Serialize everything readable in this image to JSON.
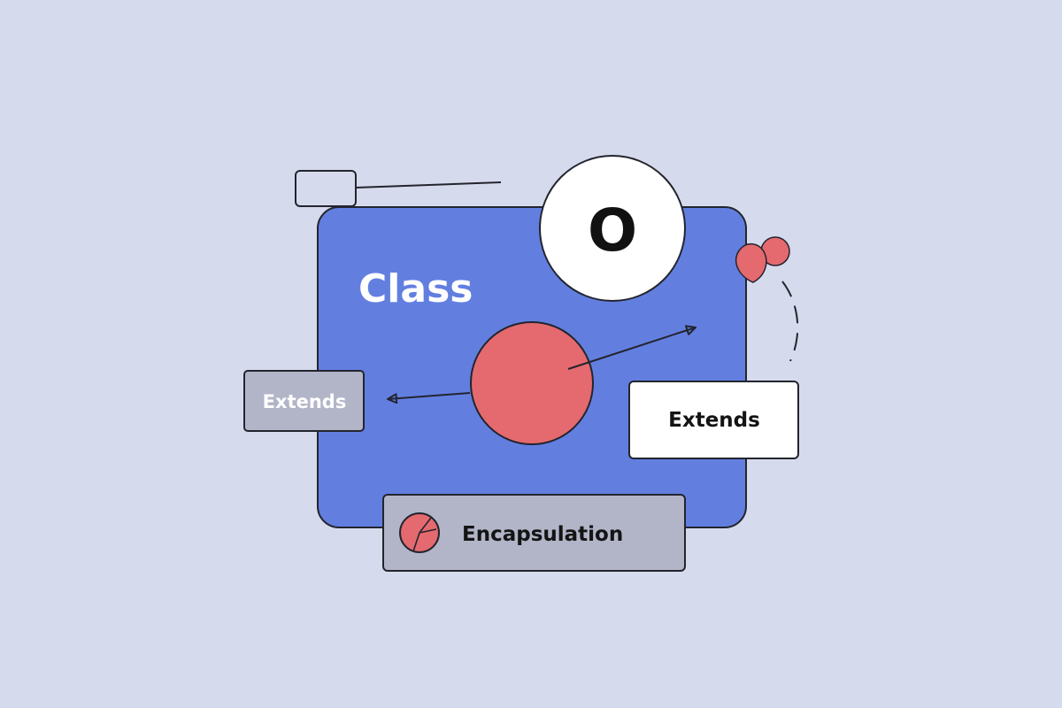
{
  "diagram": {
    "main_card": {
      "title": "Class",
      "color": "#627fe0"
    },
    "badge": {
      "letter": "O"
    },
    "left_box": {
      "label": "Extends",
      "color": "#b2b5c8"
    },
    "right_box": {
      "label": "Extends",
      "color": "#ffffff"
    },
    "bottom_box": {
      "label": "Encapsulation",
      "color": "#b2b5c8"
    },
    "accent_color": "#e46a6f",
    "stroke_color": "#23242e",
    "background_color": "#d5dbec"
  }
}
